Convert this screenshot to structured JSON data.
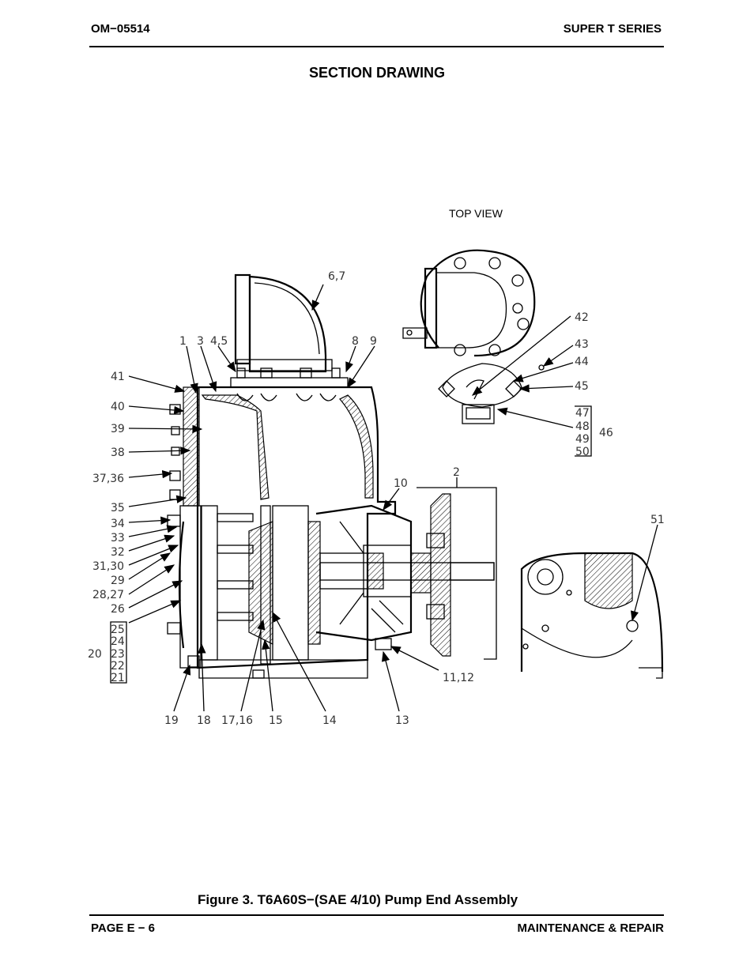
{
  "header": {
    "doc_number": "OM−05514",
    "series": "SUPER T SERIES"
  },
  "section_title": "SECTION DRAWING",
  "top_view_label": "TOP VIEW",
  "callouts": {
    "c1": "1",
    "c3": "3",
    "c45": "4,5",
    "c67": "6,7",
    "c8": "8",
    "c9": "9",
    "c41": "41",
    "c40": "40",
    "c39": "39",
    "c38": "38",
    "c3736": "37,36",
    "c35": "35",
    "c34": "34",
    "c33": "33",
    "c32": "32",
    "c3130": "31,30",
    "c29": "29",
    "c2827": "28,27",
    "c26": "26",
    "c25": "25",
    "c24": "24",
    "c20": "20",
    "c23": "23",
    "c22": "22",
    "c21": "21",
    "c19": "19",
    "c18": "18",
    "c1716": "17,16",
    "c15": "15",
    "c14": "14",
    "c13": "13",
    "c1112": "11,12",
    "c10": "10",
    "c2": "2",
    "c42": "42",
    "c43": "43",
    "c44": "44",
    "c45b": "45",
    "c47": "47",
    "c48": "48",
    "c49": "49",
    "c50": "50",
    "c46": "46",
    "c51": "51"
  },
  "figure_caption": "Figure 3.  T6A60S−(SAE 4/10) Pump End Assembly",
  "footer": {
    "page": "PAGE E − 6",
    "section": "MAINTENANCE & REPAIR"
  }
}
